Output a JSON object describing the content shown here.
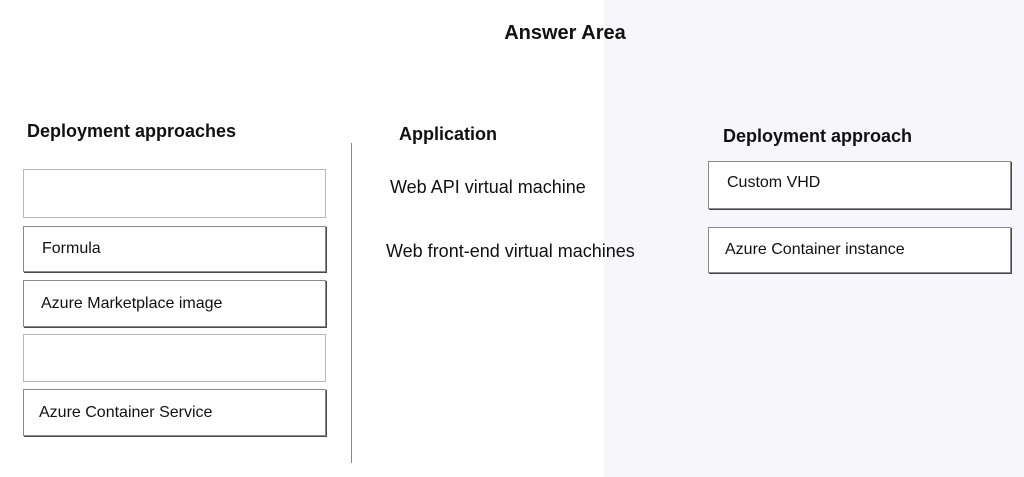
{
  "title": "Answer Area",
  "approaches": {
    "heading": "Deployment approaches",
    "items": [
      {
        "label": ""
      },
      {
        "label": "Formula"
      },
      {
        "label": "Azure Marketplace image"
      },
      {
        "label": ""
      },
      {
        "label": "Azure Container Service"
      }
    ]
  },
  "applications": {
    "heading": "Application",
    "items": [
      {
        "label": "Web API virtual machine"
      },
      {
        "label": "Web front-end virtual machines"
      }
    ]
  },
  "answers": {
    "heading": "Deployment approach",
    "slots": [
      {
        "label": "Custom VHD"
      },
      {
        "label": "Azure Container instance"
      }
    ]
  }
}
